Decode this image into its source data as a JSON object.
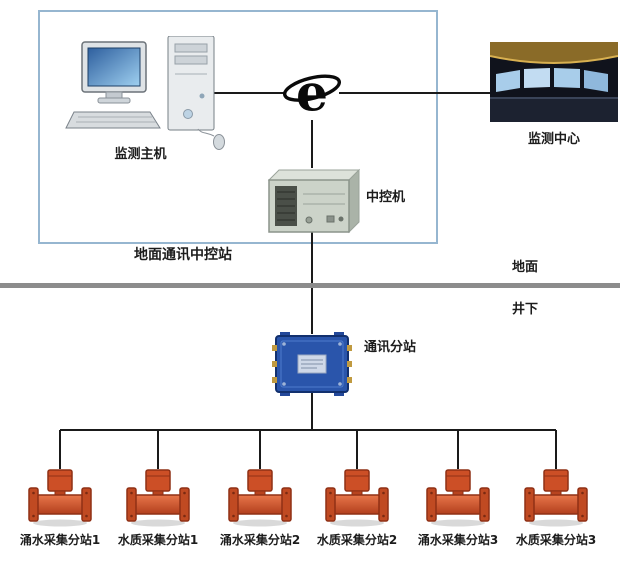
{
  "labels": {
    "monitor_host": "监测主机",
    "monitor_center": "监测中心",
    "control_machine": "中控机",
    "ground_station": "地面通讯中控站",
    "surface": "地面",
    "underground": "井下",
    "comm_substation": "通讯分站"
  },
  "devices": [
    {
      "label": "涌水采集分站1"
    },
    {
      "label": "水质采集分站1"
    },
    {
      "label": "涌水采集分站2"
    },
    {
      "label": "水质采集分站2"
    },
    {
      "label": "涌水采集分站3"
    },
    {
      "label": "水质采集分站3"
    }
  ],
  "icons": {
    "internet": "ie-e-globe-icon"
  },
  "colors": {
    "station_box_border": "#96b6d0",
    "divider_gray": "#8c8c8c",
    "connector_black": "#1a1a1a",
    "device_orange": "#cc4f26",
    "substation_blue": "#2a55ab",
    "server_gray_green": "#ccd3c9",
    "screen_blue": "#2e5f9e"
  }
}
